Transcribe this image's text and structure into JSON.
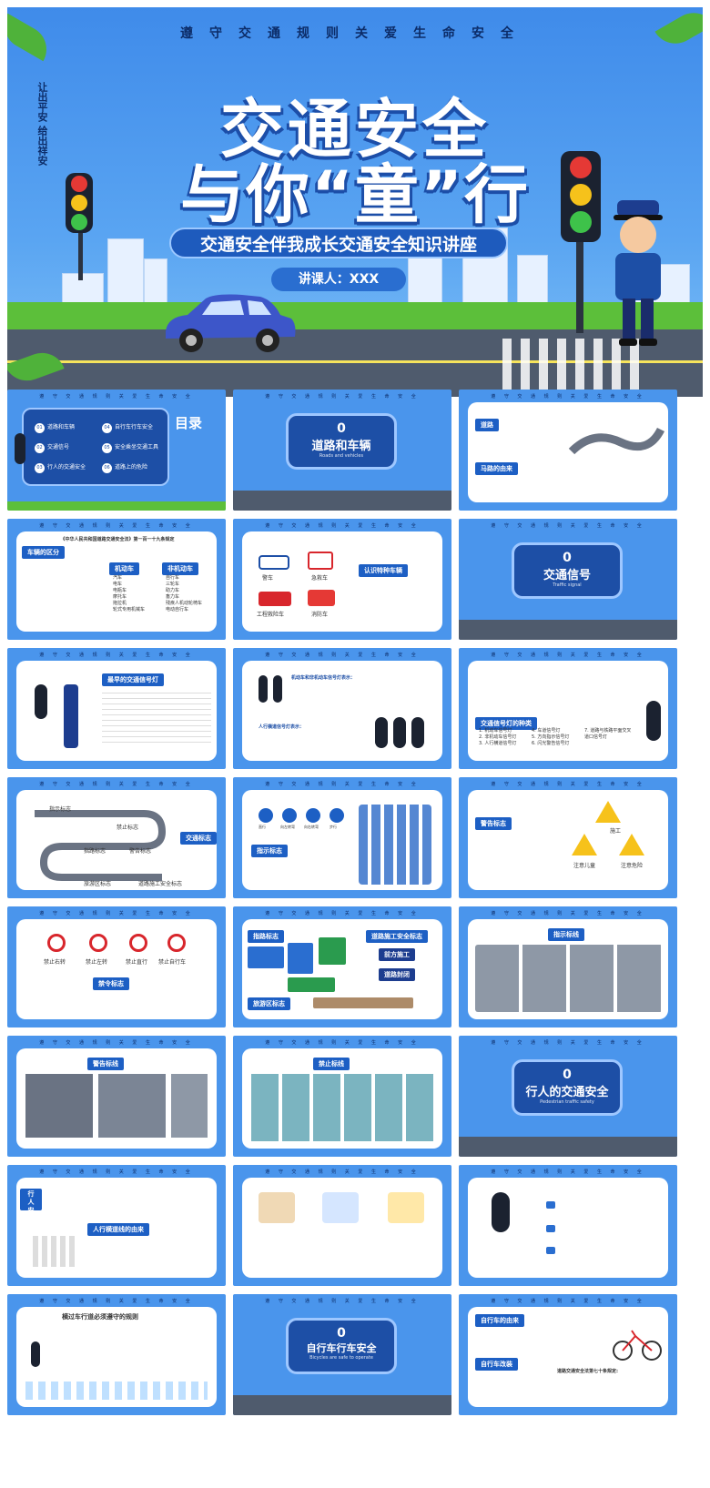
{
  "hero": {
    "slogan": "遵守交通规则关爱生命安全",
    "side_text": "让出平安 给出祥安",
    "title_line1": "交通安全",
    "title_line2": "与你“童”行",
    "subtitle": "交通安全伴我成长交通安全知识讲座",
    "speaker": "讲课人：XXX"
  },
  "strip": "遵 守 交 通 规 则 关 爱 生 命 安 全",
  "toc": {
    "title": "目录",
    "items": [
      {
        "num": "01",
        "label": "道路和车辆"
      },
      {
        "num": "02",
        "label": "交通信号"
      },
      {
        "num": "03",
        "label": "行人的交通安全"
      },
      {
        "num": "04",
        "label": "自行车行车安全"
      },
      {
        "num": "05",
        "label": "安全乘坐交通工具"
      },
      {
        "num": "06",
        "label": "道路上的危险"
      }
    ]
  },
  "section_covers": [
    {
      "num": "0",
      "title": "道路和车辆",
      "en": "Roads and vehicles"
    },
    {
      "num": "0",
      "title": "交通信号",
      "en": "Traffic signal"
    },
    {
      "num": "0",
      "title": "行人的交通安全",
      "en": "Pedestrian traffic safety"
    },
    {
      "num": "0",
      "title": "自行车行车安全",
      "en": "Bicycles are safe to operate"
    }
  ],
  "slides": {
    "road": {
      "hdr1": "道路",
      "hdr2": "马路的由来"
    },
    "law": {
      "title": "《中华人民共和国道路交通安全法》第一百一十九条规定",
      "hdr": "车辆的区分",
      "col1": "机动车",
      "col2": "非机动车",
      "col1_items": [
        "汽车",
        "电车",
        "电瓶车",
        "摩托车",
        "拖拉机",
        "轮式专用机械车"
      ],
      "col2_items": [
        "自行车",
        "三轮车",
        "助力车",
        "畜力车",
        "残疾人机动轮椅车",
        "电动自行车"
      ]
    },
    "special": {
      "hdr": "认识特种车辆",
      "v1": "警车",
      "v2": "急救车",
      "v3": "工程救险车",
      "v4": "消防车"
    },
    "origin": {
      "hdr": "最早的交通信号灯"
    },
    "signals": {
      "hdr1": "机动车和非机动车信号灯表示：",
      "hdr2": "人行横道信号灯表示："
    },
    "kinds": {
      "hdr": "交通信号灯的种类",
      "items": [
        "1. 机动车信号灯",
        "2. 非机动车信号灯",
        "3. 人行横道信号灯",
        "4. 车道信号灯",
        "5. 方向指示信号灯",
        "6. 闪光警告信号灯",
        "7. 道路与铁路平面交叉",
        "道口信号灯"
      ]
    },
    "map": {
      "a": "指示标志",
      "b": "禁止标志",
      "c": "指路标志",
      "d": "警告标志",
      "e": "旅游区标志",
      "f": "道路施工安全标志",
      "g": "交通标志"
    },
    "indication": {
      "hdr": "指示标志",
      "labels": [
        "直行",
        "向左转弯",
        "向右转弯",
        "步行"
      ]
    },
    "warning": {
      "hdr": "警告标志",
      "s1": "注意儿童",
      "s2": "注意危险",
      "s3": "施工"
    },
    "prohibit": {
      "labels": [
        "禁止右转",
        "禁止左转",
        "禁止直行",
        "禁止自行车"
      ],
      "hdr": "禁令标志"
    },
    "guide": {
      "hdr1": "指路标志",
      "hdr2": "道路施工安全标志",
      "hdr3": "旅游区标志",
      "sign1": "前方施工",
      "sign2": "道路封闭"
    },
    "marking": {
      "hdr": "指示标线"
    },
    "warnline": {
      "hdr": "警告标线"
    },
    "banline": {
      "hdr": "禁止标线"
    },
    "pedestrian": {
      "tag": "行人安全",
      "hdr": "人行横道线的由来"
    },
    "crossing": {
      "title": "横过车行道必须遵守的规则"
    },
    "bike": {
      "hdr1": "自行车的由来",
      "hdr2": "自行车改装",
      "hdr3": "道路交通安全法第七十条规定:"
    }
  },
  "colors": {
    "primary": "#1d4fa6",
    "sky": "#4a95ec",
    "grass": "#5cbf3a",
    "road": "#4f5b6d",
    "accent_red": "#d8262c",
    "accent_yellow": "#f6c21b"
  }
}
